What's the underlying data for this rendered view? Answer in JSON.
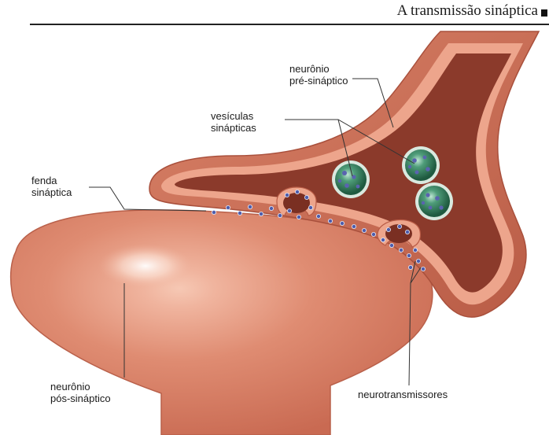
{
  "header": {
    "title": "A transmissão sináptica"
  },
  "labels": {
    "pre_synaptic_neuron": [
      "neurônio",
      "pré-sináptico"
    ],
    "synaptic_vesicles": [
      "vesículas",
      "sinápticas"
    ],
    "synaptic_cleft": [
      "fenda",
      "sináptica"
    ],
    "post_synaptic_neuron": [
      "neurônio",
      "pós-sináptico"
    ],
    "neurotransmitters": "neurotransmissores"
  },
  "colors": {
    "membrane_outer": "#c9705a",
    "membrane_light": "#e9a68f",
    "cytoplasm_dark": "#8a3a2a",
    "postsynaptic_body": "#d9826a",
    "vesicle_green": "#2f7a5a",
    "neurotransmitter_blue": "#4a5aa8",
    "leader_line": "#333333"
  }
}
